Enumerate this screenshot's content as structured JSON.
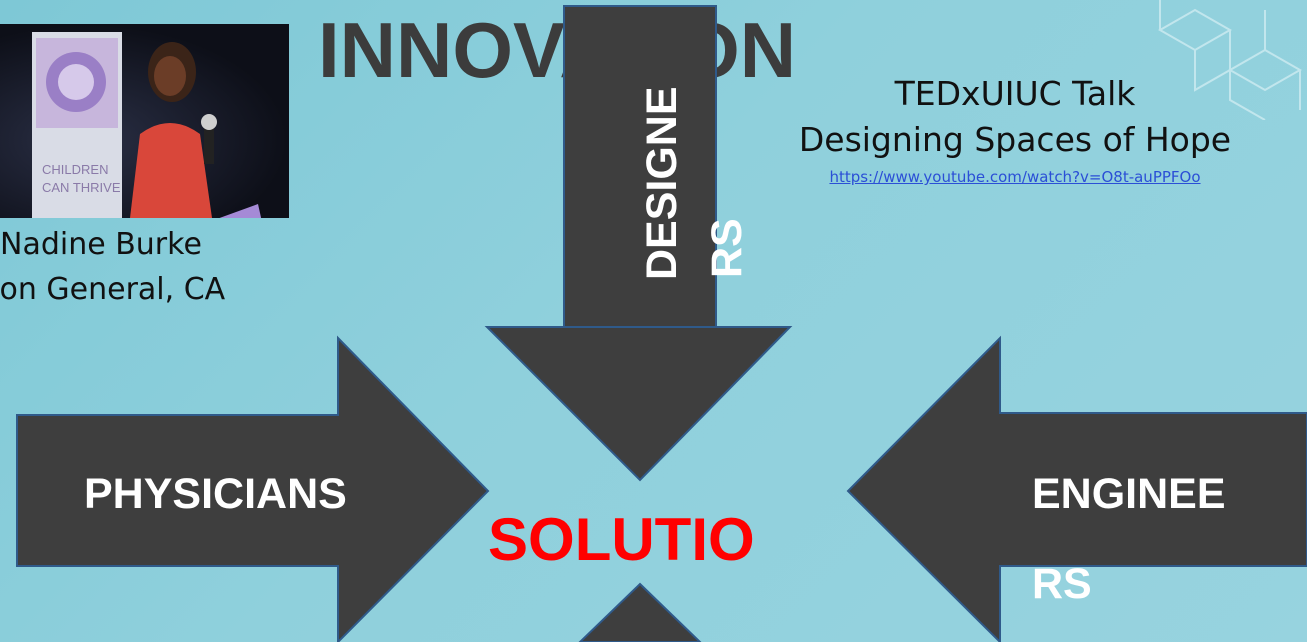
{
  "slide": {
    "title": "INNOVATION",
    "photo_caption": {
      "line1": "Nadine Burke",
      "line2": "geon General, CA"
    },
    "talk": {
      "line1": "TEDxUIUC Talk",
      "line2": "Designing Spaces of Hope",
      "link": "https://www.youtube.com/watch?v=O8t-auPPFOo"
    },
    "arrows": {
      "top_line1": "DESIGNE",
      "top_line2": "RS",
      "left": "PHYSICIANS",
      "right_line1": "ENGINEE",
      "right_line2": "RS"
    },
    "center_label": "SOLUTIO",
    "photo_banner": {
      "line1": "CHILDREN",
      "line2": "CAN THRIVE"
    }
  },
  "colors": {
    "background": "#8fd0dc",
    "arrow_fill": "#3e3e3e",
    "title": "#3c3c3c",
    "solution": "#ff0000",
    "link": "#2b4fd6"
  }
}
